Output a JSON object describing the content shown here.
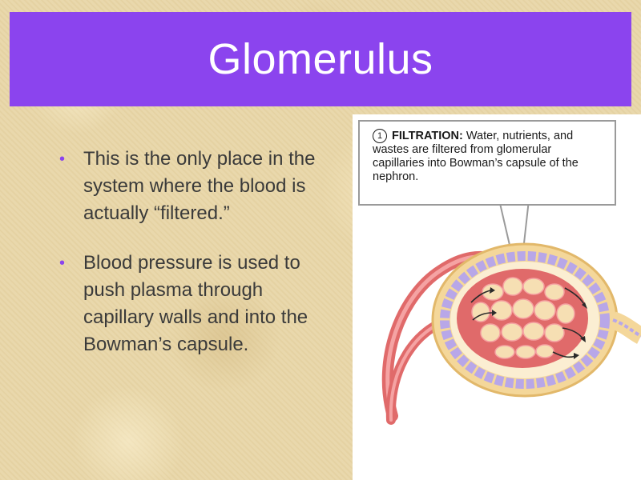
{
  "slide": {
    "title": "Glomerulus",
    "bullets": [
      "This is the only place in the system where the blood is actually “filtered.”",
      "Blood pressure is used to push plasma through capillary walls and into the Bowman’s capsule."
    ]
  },
  "figure": {
    "callout": {
      "step_number": "1",
      "heading": "FILTRATION:",
      "text": "Water, nutrients, and wastes are filtered from glomerular capillaries into Bowman’s capsule of the nephron."
    },
    "illustration": "glomerulus-in-bowmans-capsule",
    "colors": {
      "title_bar": "#8b44ee",
      "capillary": "#e06a6a",
      "capsule": "#f4d79a",
      "capsule_cells": "#b8a7e8"
    }
  }
}
